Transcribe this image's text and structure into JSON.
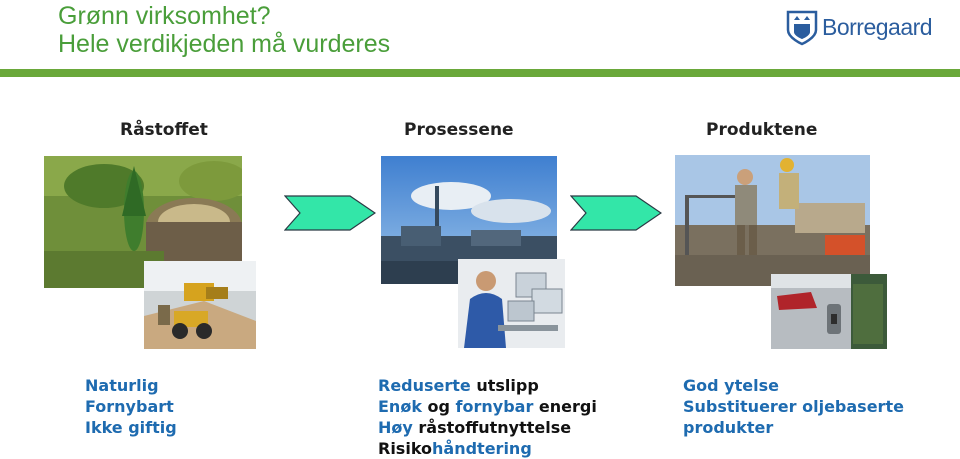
{
  "title": {
    "line1": "Grønn virksomhet?",
    "line2": "Hele verdikjeden må vurderes"
  },
  "logo": {
    "text": "Borregaard"
  },
  "columns": {
    "raw": {
      "heading": "Råstoffet"
    },
    "process": {
      "heading": "Prosessene"
    },
    "products": {
      "heading": "Produktene"
    }
  },
  "bullets": {
    "raw": [
      "Naturlig",
      "Fornybart",
      "Ikke giftig"
    ],
    "process": [
      {
        "a": "Reduserte ",
        "b": "utslipp"
      },
      {
        "a": "Enøk",
        "b": " og ",
        "c": "fornybar",
        "d": " energi"
      },
      {
        "a": "Høy ",
        "b": "råstoffutnyttelse"
      },
      {
        "a": "Risiko",
        "b": "håndtering"
      }
    ],
    "products": [
      "God ytelse",
      "Substituerer oljebaserte",
      "produkter"
    ]
  },
  "colors": {
    "title_green": "#4a9e3a",
    "rule_green": "#6aa83a",
    "bullet_blue": "#1e6bb0",
    "arrow_fill": "#33e6a8",
    "logo_blue": "#2b5d9e"
  }
}
